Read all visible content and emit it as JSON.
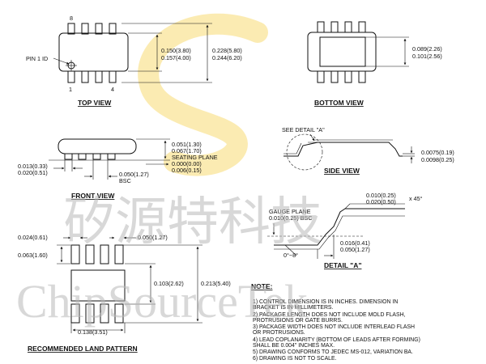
{
  "top_view": {
    "title": "TOP VIEW",
    "pin_8": "8",
    "pin_1": "1",
    "pin_4": "4",
    "pin1_id": "PIN 1 ID",
    "body_width": [
      "0.150(3.80)",
      "0.157(4.00)"
    ],
    "overall_width": [
      "0.228(5.80)",
      "0.244(6.20)"
    ]
  },
  "bottom_view": {
    "title": "BOTTOM VIEW",
    "pad_dim": [
      "0.089(2.26)",
      "0.101(2.56)"
    ]
  },
  "front_view": {
    "title": "FRONT VIEW",
    "height": [
      "0.051(1.30)",
      "0.067(1.70)"
    ],
    "seating_plane": "SEATING PLANE",
    "standoff": [
      "0.000(0.00)",
      "0.006(0.15)"
    ],
    "lead_width": [
      "0.013(0.33)",
      "0.020(0.51)"
    ],
    "pitch": [
      "0.050(1.27)",
      "BSC"
    ]
  },
  "side_view": {
    "title": "SIDE VIEW",
    "see_detail": "SEE DETAIL \"A\"",
    "thickness": [
      "0.0075(0.19)",
      "0.0098(0.25)"
    ]
  },
  "detail_a": {
    "title": "DETAIL \"A\"",
    "chamfer": [
      "0.010(0.25)",
      "0.020(0.50)"
    ],
    "chamfer_angle": "x 45°",
    "gauge_plane": [
      "GAUGE PLANE",
      "0.010(0.25) BSC"
    ],
    "angle": "0°~8°",
    "foot": [
      "0.016(0.41)",
      "0.050(1.27)"
    ]
  },
  "land_pattern": {
    "title": "RECOMMENDED LAND PATTERN",
    "pad_width": "0.024(0.61)",
    "pad_length": "0.063(1.60)",
    "pitch": "0.050(1.27)",
    "pad_span": "0.103(2.62)",
    "overall": "0.213(5.40)",
    "row_width": "0.138(3.51)"
  },
  "notes": {
    "heading": "NOTE:",
    "lines": [
      "1) CONTROL DIMENSION IS IN INCHES. DIMENSION IN",
      "    BRACKET IS IN MILLIMETERS.",
      "2) PACKAGE LENGTH DOES NOT INCLUDE MOLD FLASH,",
      "    PROTRUSIONS OR GATE BURRS.",
      "3) PACKAGE WIDTH DOES NOT INCLUDE INTERLEAD FLASH",
      "    OR PROTRUSIONS.",
      "4) LEAD COPLANARITY (BOTTOM OF LEADS AFTER FORMING)",
      "    SHALL BE 0.004\" INCHES MAX.",
      "5) DRAWING CONFORMS TO JEDEC MS-012, VARIATION BA.",
      "6) DRAWING IS NOT TO SCALE."
    ]
  },
  "watermark": {
    "cn": "矽源特科技",
    "en": "ChipSourceTek"
  }
}
